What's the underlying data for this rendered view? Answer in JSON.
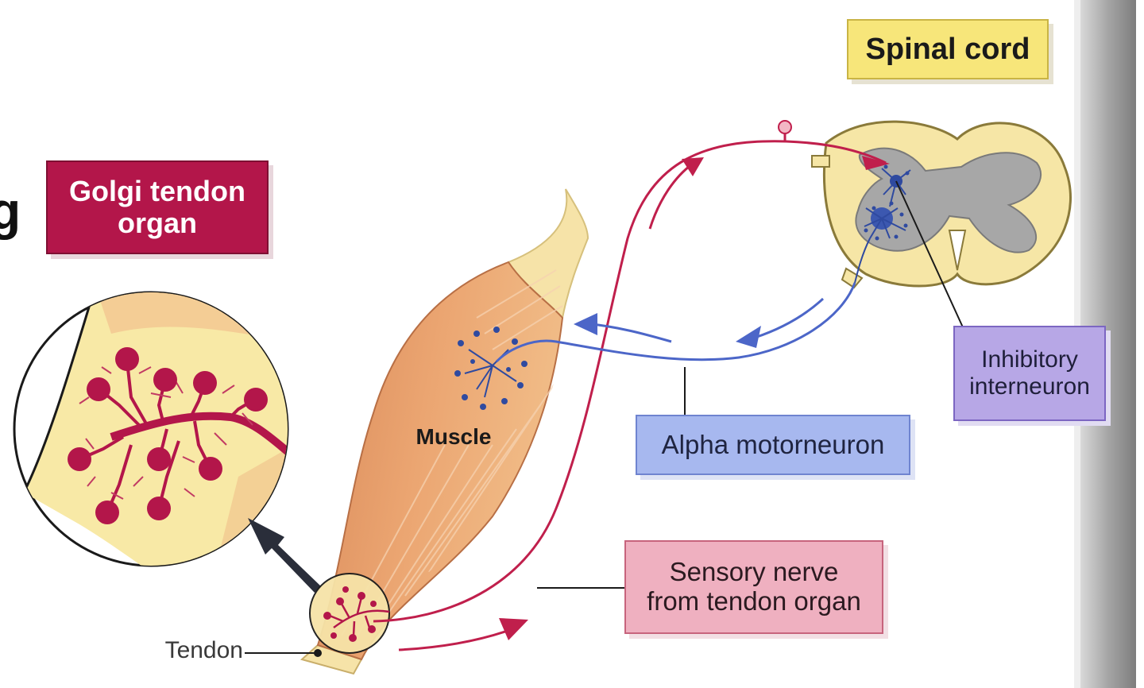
{
  "labels": {
    "spinal_cord": "Spinal cord",
    "golgi_tendon_organ": "Golgi tendon\norgan",
    "inhibitory_interneuron": "Inhibitory\ninterneuron",
    "alpha_motorneuron": "Alpha motorneuron",
    "sensory_nerve": "Sensory nerve\nfrom tendon organ",
    "muscle": "Muscle",
    "tendon": "Tendon",
    "edge_glyph": "g"
  },
  "colors": {
    "sensory_nerve": "#c01f4c",
    "motor_nerve": "#4c66c8",
    "spinal_white_matter": "#f6e6a6",
    "spinal_grey_matter": "#a7a7a7",
    "muscle": "#e69a66",
    "tendon": "#f6e3a8",
    "golgi_organ": "#b3164a"
  }
}
